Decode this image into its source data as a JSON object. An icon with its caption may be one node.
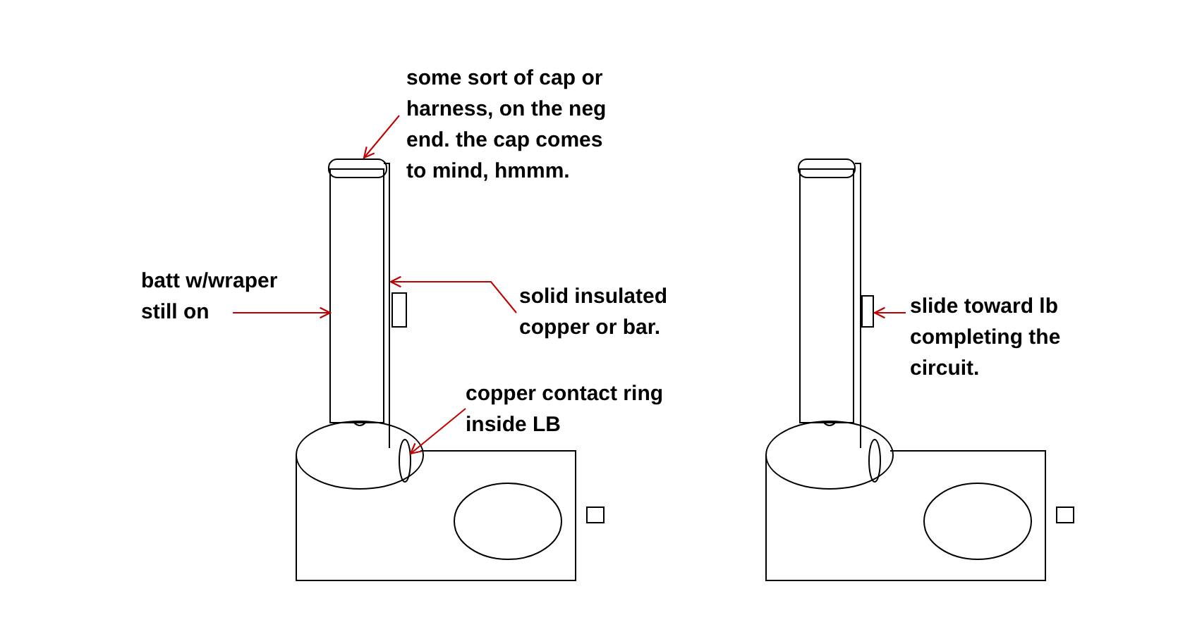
{
  "diagram": {
    "nodes": [
      {
        "text": [
          "some sort of cap or harness, on the neg end. the cap comes to mind, hmmm."
        ]
      },
      {
        "text": [],
        "shape": "bar"
      },
      {
        "text": [
          "batt w/wraper still on"
        ]
      },
      {
        "text": [],
        "shape": "cylinder"
      },
      {
        "text": [
          "solid insulated copper or bar."
        ]
      },
      {
        "text": [],
        "shape": "bar"
      },
      {
        "text": [
          "copper contact ring inside LB"
        ]
      },
      {
        "text": [],
        "shape": "ellipse"
      },
      {
        "text": [
          "slide toward lb completing the circuit."
        ]
      },
      {
        "text": [],
        "shape": "box"
      }
    ],
    "edges": [
      {
        "from": 0,
        "to": 1,
        "arrow": "to"
      },
      {
        "from": 2,
        "to": 3,
        "arrow": "to"
      },
      {
        "from": 4,
        "to": 5,
        "arrow": "to"
      },
      {
        "from": 6,
        "to": 7,
        "arrow": "to"
      },
      {
        "from": 8,
        "to": 9,
        "arrow": "to"
      }
    ]
  }
}
